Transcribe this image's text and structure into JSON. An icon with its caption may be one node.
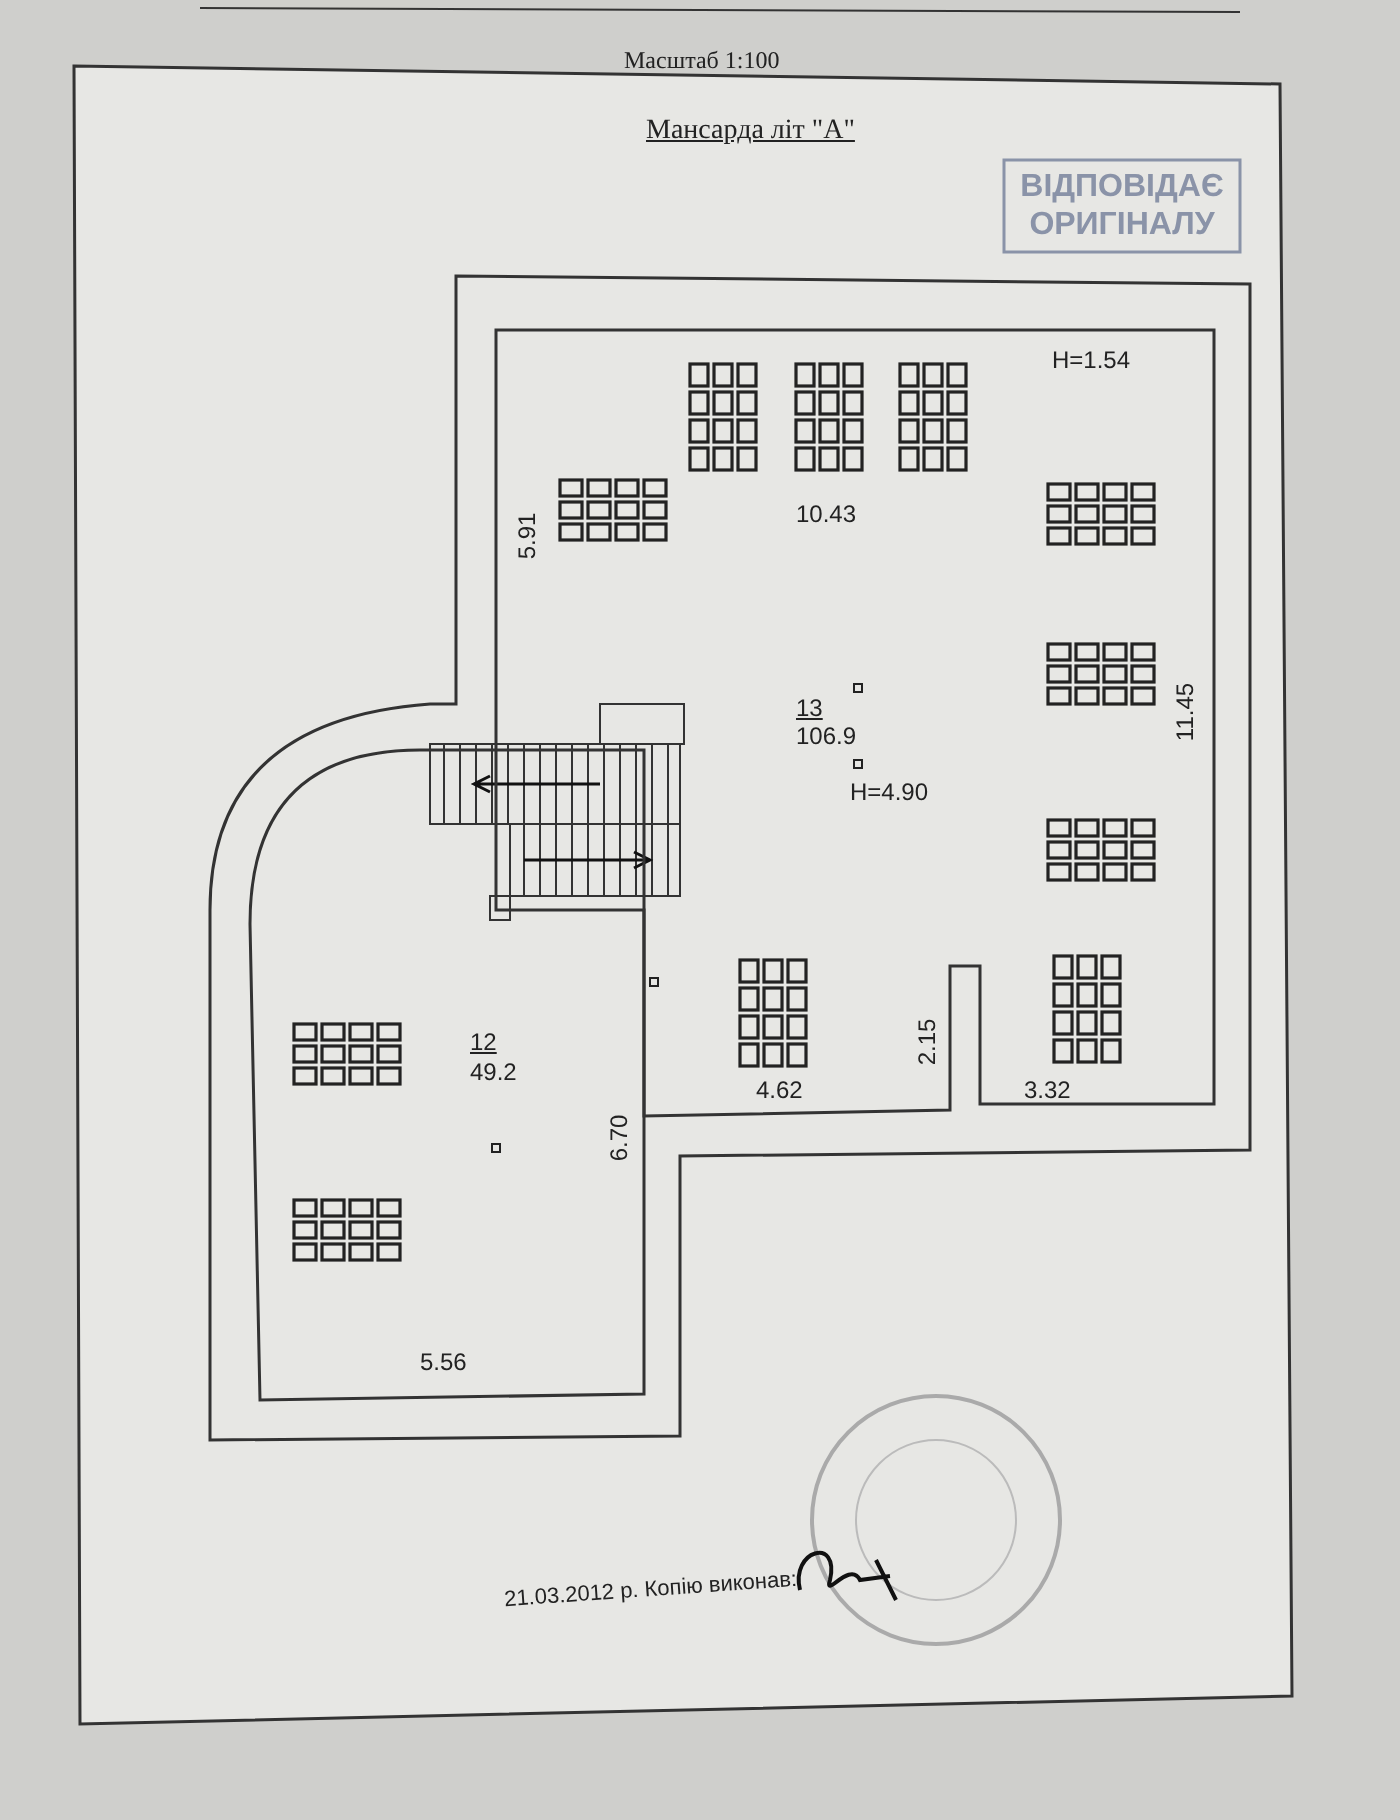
{
  "diagram": {
    "title": "Мансарда літ \"А\"",
    "nodes": [
      {
        "text": [
          "13",
          "106.9"
        ]
      },
      {
        "text": [
          "12",
          "49.2"
        ]
      },
      {
        "text": [
          "ВІДПОВІДАЄ ОРИГІНАЛУ"
        ]
      }
    ],
    "labels": [
      "Масштаб 1:100",
      "H=1.54",
      "5.91",
      "10.43",
      "H=4.90",
      "11.45",
      "2.15",
      "4.62",
      "3.32",
      "6.70",
      "5.56",
      "21.03.2012 р. Копію виконав:"
    ]
  }
}
